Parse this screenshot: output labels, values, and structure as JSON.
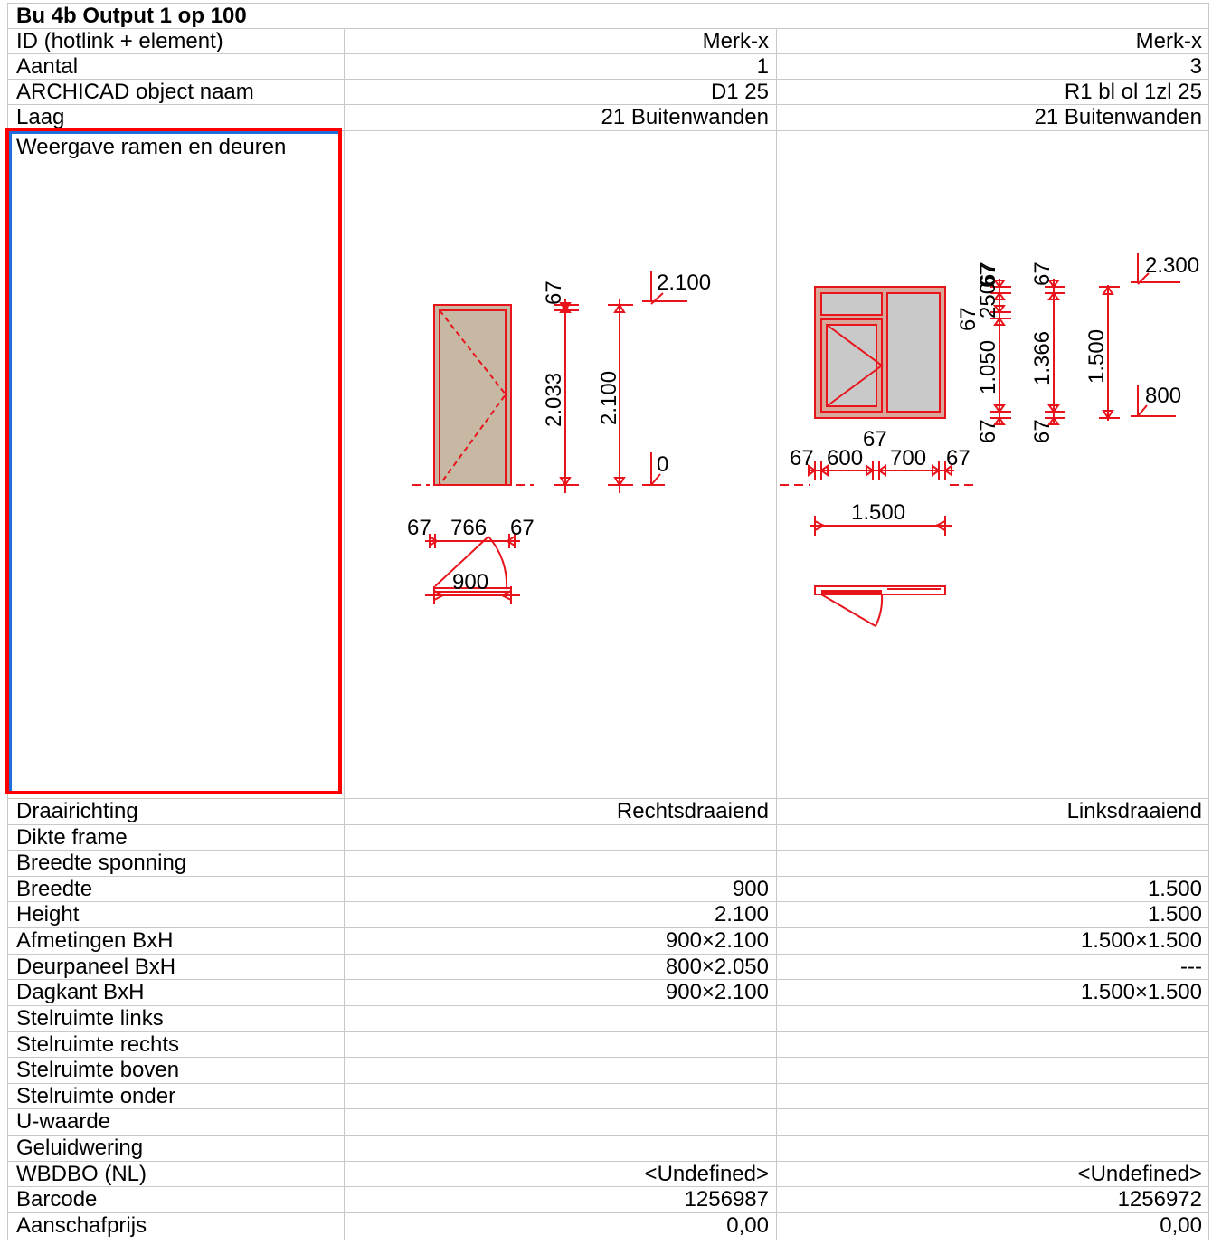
{
  "title": "Bu 4b Output 1 op 100",
  "header_rows": [
    {
      "label": "ID (hotlink + element)",
      "v1": "Merk-x",
      "v2": "Merk-x"
    },
    {
      "label": "Aantal",
      "v1": "1",
      "v2": "3"
    },
    {
      "label": "ARCHICAD object naam",
      "v1": "D1 25",
      "v2": "R1 bl ol 1zl 25"
    },
    {
      "label": "Laag",
      "v1": "21 Buitenwanden",
      "v2": "21 Buitenwanden"
    }
  ],
  "preview_label": "Weergave ramen en deuren",
  "rows": [
    {
      "label": "Draairichting",
      "v1": "Rechtsdraaiend",
      "v2": "Linksdraaiend"
    },
    {
      "label": "Dikte frame",
      "v1": "",
      "v2": ""
    },
    {
      "label": "Breedte sponning",
      "v1": "",
      "v2": ""
    },
    {
      "label": "Breedte",
      "v1": "900",
      "v2": "1.500"
    },
    {
      "label": "Height",
      "v1": "2.100",
      "v2": "1.500"
    },
    {
      "label": "Afmetingen BxH",
      "v1": "900×2.100",
      "v2": "1.500×1.500"
    },
    {
      "label": "Deurpaneel BxH",
      "v1": "800×2.050",
      "v2": "---"
    },
    {
      "label": "Dagkant BxH",
      "v1": "900×2.100",
      "v2": "1.500×1.500"
    },
    {
      "label": "Stelruimte links",
      "v1": "",
      "v2": ""
    },
    {
      "label": "Stelruimte rechts",
      "v1": "",
      "v2": ""
    },
    {
      "label": "Stelruimte boven",
      "v1": "",
      "v2": ""
    },
    {
      "label": "Stelruimte onder",
      "v1": "",
      "v2": ""
    },
    {
      "label": "U-waarde",
      "v1": "",
      "v2": ""
    },
    {
      "label": "Geluidwering",
      "v1": "",
      "v2": ""
    },
    {
      "label": "WBDBO (NL)",
      "v1": "<Undefined>",
      "v2": "<Undefined>"
    },
    {
      "label": "Barcode",
      "v1": "1256987",
      "v2": "1256972"
    },
    {
      "label": "Aanschafprijs",
      "v1": "0,00",
      "v2": "0,00"
    }
  ],
  "door_drawing": {
    "dims": [
      "67",
      "2.033",
      "2.100",
      "2.100",
      "0",
      "67",
      "766",
      "67",
      "900"
    ]
  },
  "window_drawing": {
    "dims": [
      "67",
      "250",
      "67",
      "67",
      "1.050",
      "67",
      "67",
      "1.366",
      "67",
      "1.500",
      "2.300",
      "800",
      "67",
      "67",
      "600",
      "700",
      "67",
      "1.500"
    ]
  },
  "colors": {
    "dim_red": "#e8141c",
    "door_fill": "#c7b8a3",
    "glass": "#c9c9c9",
    "frame_fill": "#d9a89a",
    "selection": "#ff0000",
    "grid": "#c8c8c8"
  }
}
